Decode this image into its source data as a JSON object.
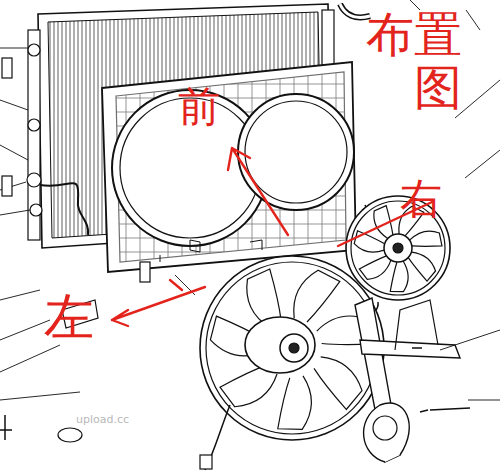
{
  "diagram": {
    "labels": [
      "布置图",
      "前",
      "右",
      "左",
      "upload.cc"
    ]
  }
}
